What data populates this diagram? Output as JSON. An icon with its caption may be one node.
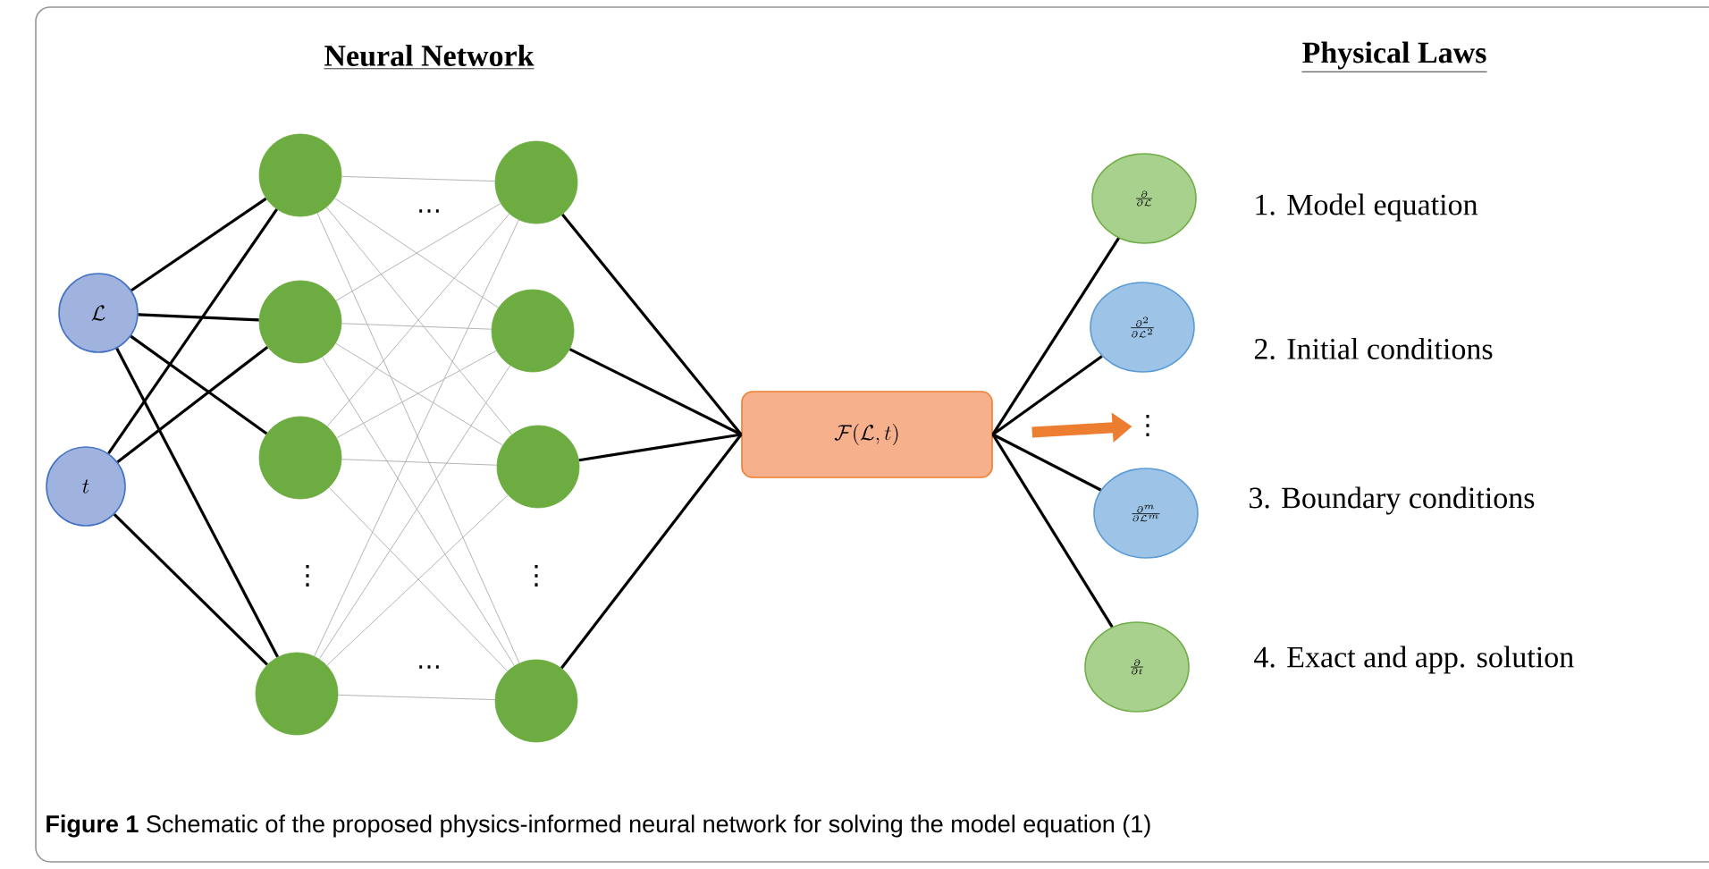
{
  "diagram": {
    "nodes": [
      {
        "text": [
          "\\mathcal{L}"
        ]
      },
      {
        "text": [
          "t"
        ]
      },
      {
        "text": [],
        "shape": "circle"
      },
      {
        "text": [],
        "shape": "circle"
      },
      {
        "text": [],
        "shape": "circle"
      },
      {
        "text": [],
        "shape": "circle"
      },
      {
        "text": [],
        "shape": "circle"
      },
      {
        "text": [],
        "shape": "circle"
      },
      {
        "text": [],
        "shape": "circle"
      },
      {
        "text": [],
        "shape": "circle"
      },
      {
        "text": [
          "\\mathcal{F}(\\mathcal{L},t)"
        ]
      },
      {
        "text": [
          "\\frac{\\partial}{\\partial\\mathcal{L}}"
        ]
      },
      {
        "text": [
          "\\frac{\\partial^{2}}{\\partial\\mathcal{L}^{2}}"
        ]
      },
      {
        "text": [
          "\\frac{\\partial^{m}}{\\partial\\mathcal{L}^{m}}"
        ]
      },
      {
        "text": [
          "\\frac{\\partial}{\\partial t}"
        ]
      },
      {
        "text": [
          "⋮"
        ]
      }
    ],
    "edges": [
      {
        "from": 0,
        "to": 2,
        "arrow": "none",
        "color": "#000000"
      },
      {
        "from": 0,
        "to": 3,
        "arrow": "none",
        "color": "#000000"
      },
      {
        "from": 0,
        "to": 4,
        "arrow": "none",
        "color": "#000000"
      },
      {
        "from": 0,
        "to": 5,
        "arrow": "none",
        "color": "#000000"
      },
      {
        "from": 1,
        "to": 2,
        "arrow": "none",
        "color": "#000000"
      },
      {
        "from": 1,
        "to": 3,
        "arrow": "none",
        "color": "#000000"
      },
      {
        "from": 1,
        "to": 5,
        "arrow": "none",
        "color": "#000000"
      },
      {
        "from": 2,
        "to": 6,
        "arrow": "none",
        "color": "#b4b4b4"
      },
      {
        "from": 2,
        "to": 7,
        "arrow": "none",
        "color": "#b4b4b4"
      },
      {
        "from": 2,
        "to": 8,
        "arrow": "none",
        "color": "#b4b4b4"
      },
      {
        "from": 2,
        "to": 9,
        "arrow": "none",
        "color": "#b4b4b4"
      },
      {
        "from": 3,
        "to": 6,
        "arrow": "none",
        "color": "#b4b4b4"
      },
      {
        "from": 3,
        "to": 7,
        "arrow": "none",
        "color": "#b4b4b4"
      },
      {
        "from": 3,
        "to": 8,
        "arrow": "none",
        "color": "#b4b4b4"
      },
      {
        "from": 3,
        "to": 9,
        "arrow": "none",
        "color": "#b4b4b4"
      },
      {
        "from": 4,
        "to": 6,
        "arrow": "none",
        "color": "#b4b4b4"
      },
      {
        "from": 4,
        "to": 7,
        "arrow": "none",
        "color": "#b4b4b4"
      },
      {
        "from": 4,
        "to": 8,
        "arrow": "none",
        "color": "#b4b4b4"
      },
      {
        "from": 4,
        "to": 9,
        "arrow": "none",
        "color": "#b4b4b4"
      },
      {
        "from": 5,
        "to": 6,
        "arrow": "none",
        "color": "#b4b4b4"
      },
      {
        "from": 5,
        "to": 7,
        "arrow": "none",
        "color": "#b4b4b4"
      },
      {
        "from": 5,
        "to": 8,
        "arrow": "none",
        "color": "#b4b4b4"
      },
      {
        "from": 5,
        "to": 9,
        "arrow": "none",
        "color": "#b4b4b4"
      },
      {
        "from": 6,
        "to": 10,
        "arrow": "none",
        "color": "#000000"
      },
      {
        "from": 7,
        "to": 10,
        "arrow": "none",
        "color": "#000000"
      },
      {
        "from": 8,
        "to": 10,
        "arrow": "none",
        "color": "#000000"
      },
      {
        "from": 9,
        "to": 10,
        "arrow": "none",
        "color": "#000000"
      },
      {
        "from": 10,
        "to": 11,
        "arrow": "none",
        "color": "#000000"
      },
      {
        "from": 10,
        "to": 12,
        "arrow": "none",
        "color": "#000000"
      },
      {
        "from": 10,
        "to": 13,
        "arrow": "none",
        "color": "#000000"
      },
      {
        "from": 10,
        "to": 14,
        "arrow": "none",
        "color": "#000000"
      },
      {
        "from": 10,
        "to": 15,
        "arrow": "to",
        "style": "thick",
        "color": "#ed7d31"
      }
    ],
    "labels": [
      "Neural Network",
      "Physical Laws",
      "…",
      "1. Model equation",
      "2.  Initial conditions",
      "3.  Boundary conditions",
      "⋮",
      "⋮",
      "4.  Exact and app. solution",
      "…"
    ],
    "caption": "**Figure 1** Schematic of the proposed physics-informed neural network for solving the model equation (1)"
  }
}
